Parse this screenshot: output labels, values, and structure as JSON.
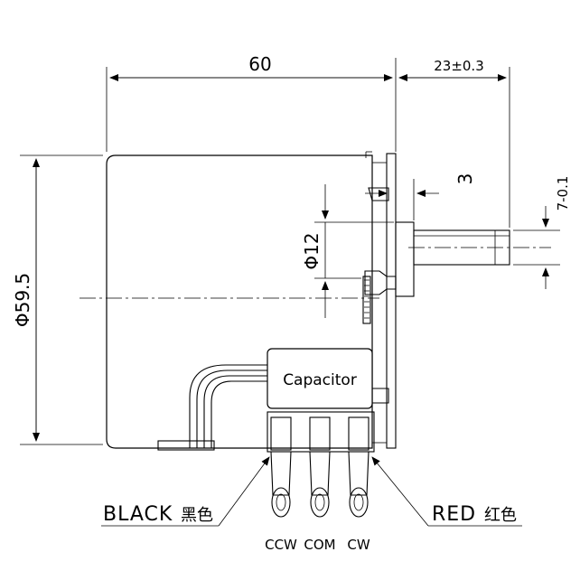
{
  "dimensions": {
    "length": "60",
    "shaft_length": "23±0.3",
    "diameter": "Φ59.5",
    "shaft_diameter": "Φ12",
    "flat": "3",
    "shaft_tol": "7-0.1"
  },
  "component": {
    "capacitor": "Capacitor"
  },
  "wires": {
    "black_en": "BLACK",
    "black_cn": "黑色",
    "red_en": "RED",
    "red_cn": "红色"
  },
  "terminals": [
    "CCW",
    "COM",
    "CW"
  ]
}
